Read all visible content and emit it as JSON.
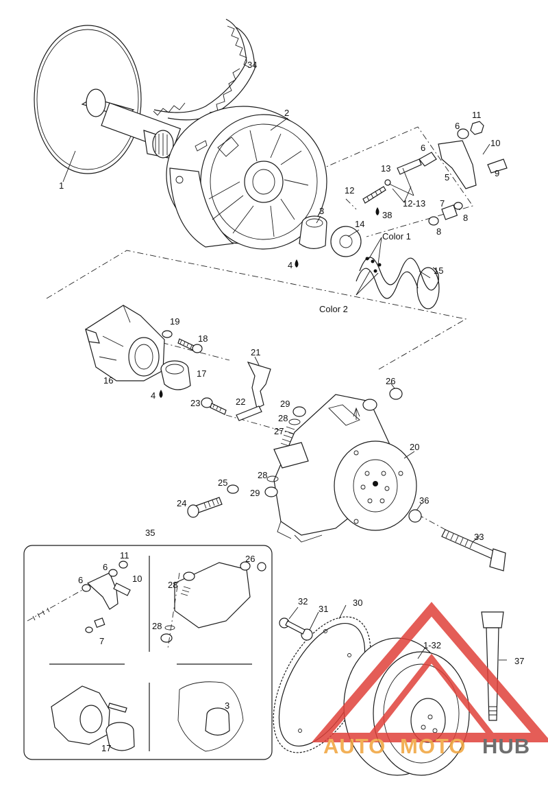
{
  "diagram": {
    "callouts": {
      "c1": "1",
      "c2": "2",
      "c3": "3",
      "c4a": "4",
      "c4b": "4",
      "c5": "5",
      "c6a": "6",
      "c6b": "6",
      "c7": "7",
      "c8a": "8",
      "c8b": "8",
      "c9": "9",
      "c10": "10",
      "c11": "11",
      "c12": "12",
      "c12_13": "12-13",
      "c13": "13",
      "c14": "14",
      "c15": "15",
      "c16": "16",
      "c17": "17",
      "c18": "18",
      "c19": "19",
      "c20": "20",
      "c21": "21",
      "c22": "22",
      "c23": "23",
      "c24": "24",
      "c25": "25",
      "c26": "26",
      "c27": "27",
      "c28a": "28",
      "c28b": "28",
      "c29a": "29",
      "c29b": "29",
      "c30": "30",
      "c31": "31",
      "c32": "32",
      "c33": "33",
      "c34": "34",
      "c35": "35",
      "c36": "36",
      "c37": "37",
      "c38": "38",
      "c1_32": "1-32"
    },
    "color_labels": {
      "color1": "Color 1",
      "color2": "Color 2"
    },
    "inset": {
      "c6": "6",
      "c11": "11",
      "c10": "10",
      "c7": "7",
      "c26": "26",
      "c28a": "28",
      "c28b": "28",
      "c17": "17",
      "c3": "3"
    }
  },
  "watermark": {
    "text_a": "AUTO",
    "text_b": "MOTO",
    "text_c": "HUB",
    "colors": {
      "red": "#e0413a",
      "orange": "#f0a33a",
      "gray": "#555555"
    }
  }
}
